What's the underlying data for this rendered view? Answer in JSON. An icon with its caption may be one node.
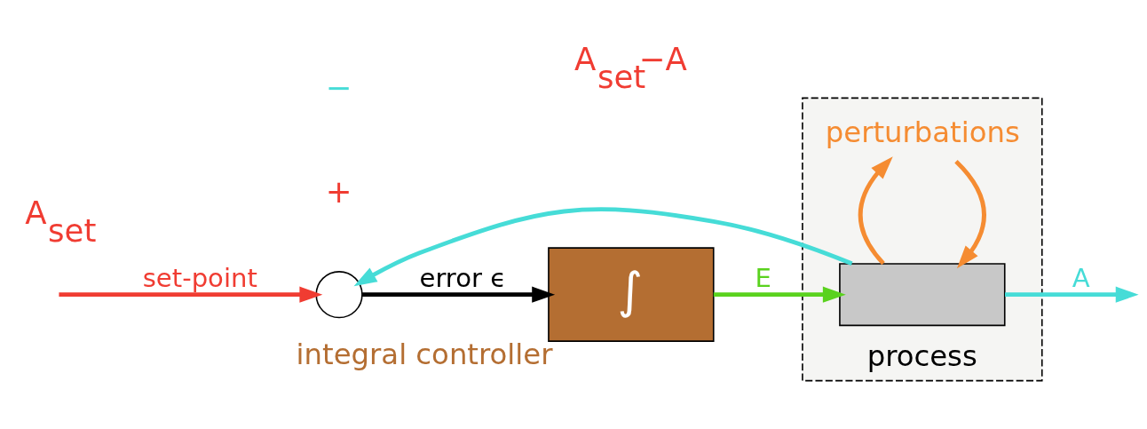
{
  "diagram": {
    "nodes": [
      {
        "text": [
          "process"
        ]
      },
      {
        "text": [],
        "shape": "circle"
      },
      {
        "text": [
          "∫"
        ],
        "beside": [
          "integral controller"
        ]
      },
      {
        "text": [],
        "shape": "box",
        "in": 0
      },
      {
        "text": [
          "perturbations"
        ],
        "in": 0
      }
    ],
    "edges": [
      {
        "from": null,
        "to": 1,
        "arrow": "to",
        "label": "set-point",
        "color": "#f03c32"
      },
      {
        "from": 1,
        "to": 2,
        "arrow": "to",
        "label": "error ϵ",
        "color": "#000000"
      },
      {
        "from": 2,
        "to": 3,
        "arrow": "to",
        "label": "E",
        "color": "#5ad21e"
      },
      {
        "from": 3,
        "to": null,
        "arrow": "to",
        "label": "A",
        "color": "#46dcd7"
      },
      {
        "from": 3,
        "to": 1,
        "arrow": "to",
        "color": "#46dcd7"
      },
      {
        "from": 4,
        "to": 3,
        "arrow": "to",
        "color": "#f58c32"
      },
      {
        "from": 3,
        "to": 4,
        "arrow": "to",
        "color": "#f58c32"
      }
    ],
    "labels": [
      "+",
      "A$_{set}$",
      "A$_{set}$−A",
      "−"
    ]
  }
}
